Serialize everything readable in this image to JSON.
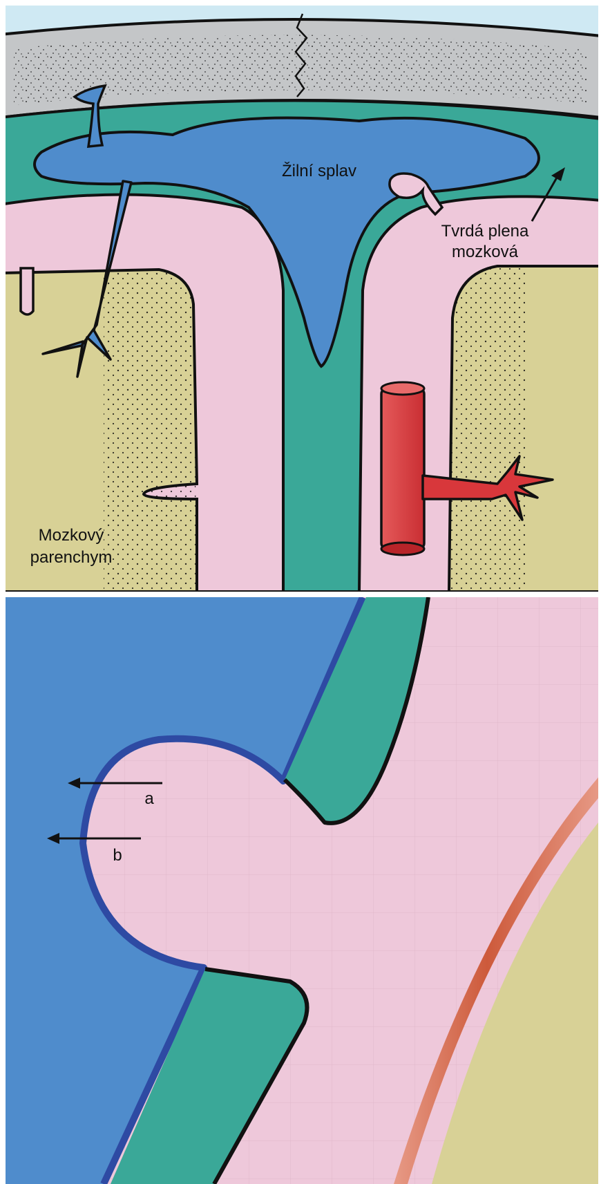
{
  "top_panel": {
    "labels": {
      "sinus": "Žilní splav",
      "dura_line1": "Tvrdá plena",
      "dura_line2": "mozková",
      "parenchyma_line1": "Mozkový",
      "parenchyma_line2": "parenchym"
    }
  },
  "bottom_panel": {
    "labels": {
      "a": "a",
      "b": "b"
    }
  },
  "colors": {
    "sky": "#cfe9f3",
    "bone": "#c4c6c8",
    "dura": "#3aa898",
    "sinus": "#4f8ccc",
    "arachnoid": "#eec8da",
    "brain": "#d8d196",
    "artery": "#d8373b",
    "endothelium": "#2e4aa3",
    "outline": "#111111"
  }
}
